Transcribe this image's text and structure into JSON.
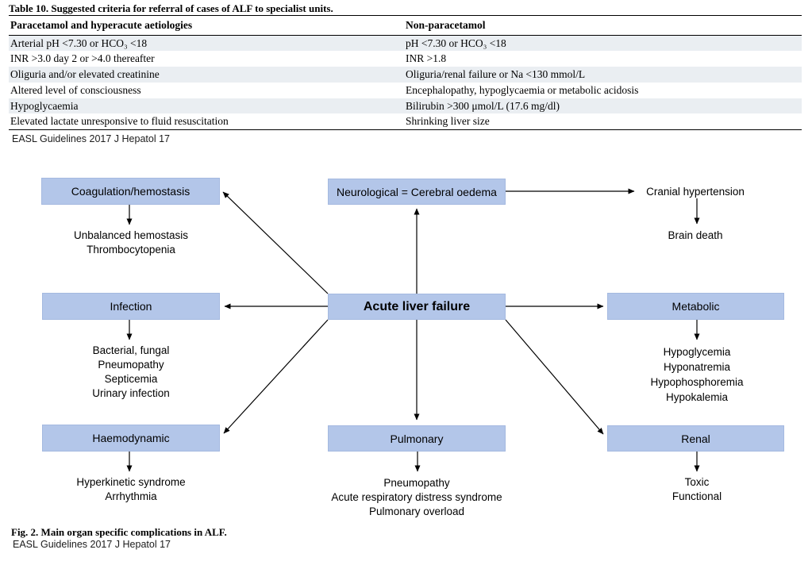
{
  "table": {
    "title": "Table 10. Suggested criteria for referral of cases of ALF to specialist units.",
    "columns": [
      "Paracetamol and hyperacute aetiologies",
      "Non-paracetamol"
    ],
    "rows": [
      [
        "Arterial pH <7.30 or HCO₃ <18",
        "pH <7.30 or HCO₃ <18"
      ],
      [
        "INR >3.0 day 2 or >4.0 thereafter",
        "INR >1.8"
      ],
      [
        "Oliguria and/or elevated creatinine",
        "Oliguria/renal failure or Na <130 mmol/L"
      ],
      [
        "Altered level of consciousness",
        "Encephalopathy, hypoglycaemia or metabolic acidosis"
      ],
      [
        "Hypoglycaemia",
        "Bilirubin >300 μmol/L (17.6 mg/dl)"
      ],
      [
        "Elevated lactate unresponsive to fluid resuscitation",
        "Shrinking liver size"
      ]
    ],
    "source": "EASL Guidelines 2017 J Hepatol 17"
  },
  "figure": {
    "box_color": "#b3c6e9",
    "caption": "Fig. 2. Main organ specific complications in ALF.",
    "source": "EASL Guidelines 2017 J Hepatol 17",
    "nodes": {
      "alf": {
        "label": "Acute liver failure"
      },
      "coagulation": {
        "label": "Coagulation/hemostasis",
        "outcomes": "Unbalanced hemostasis\nThrombocytopenia"
      },
      "neurological": {
        "label": "Neurological = Cerebral oedema"
      },
      "cranial_hypertension": {
        "label": "Cranial hypertension"
      },
      "brain_death": {
        "label": "Brain death"
      },
      "infection": {
        "label": "Infection",
        "outcomes": "Bacterial, fungal\nPneumopathy\nSepticemia\nUrinary infection"
      },
      "metabolic": {
        "label": "Metabolic",
        "outcomes": "Hypoglycemia\nHyponatremia\nHypophosphoremia\nHypokalemia"
      },
      "haemodynamic": {
        "label": "Haemodynamic",
        "outcomes": "Hyperkinetic syndrome\nArrhythmia"
      },
      "pulmonary": {
        "label": "Pulmonary",
        "outcomes": "Pneumopathy\nAcute respiratory distress syndrome\nPulmonary overload"
      },
      "renal": {
        "label": "Renal",
        "outcomes": "Toxic\nFunctional"
      }
    }
  }
}
